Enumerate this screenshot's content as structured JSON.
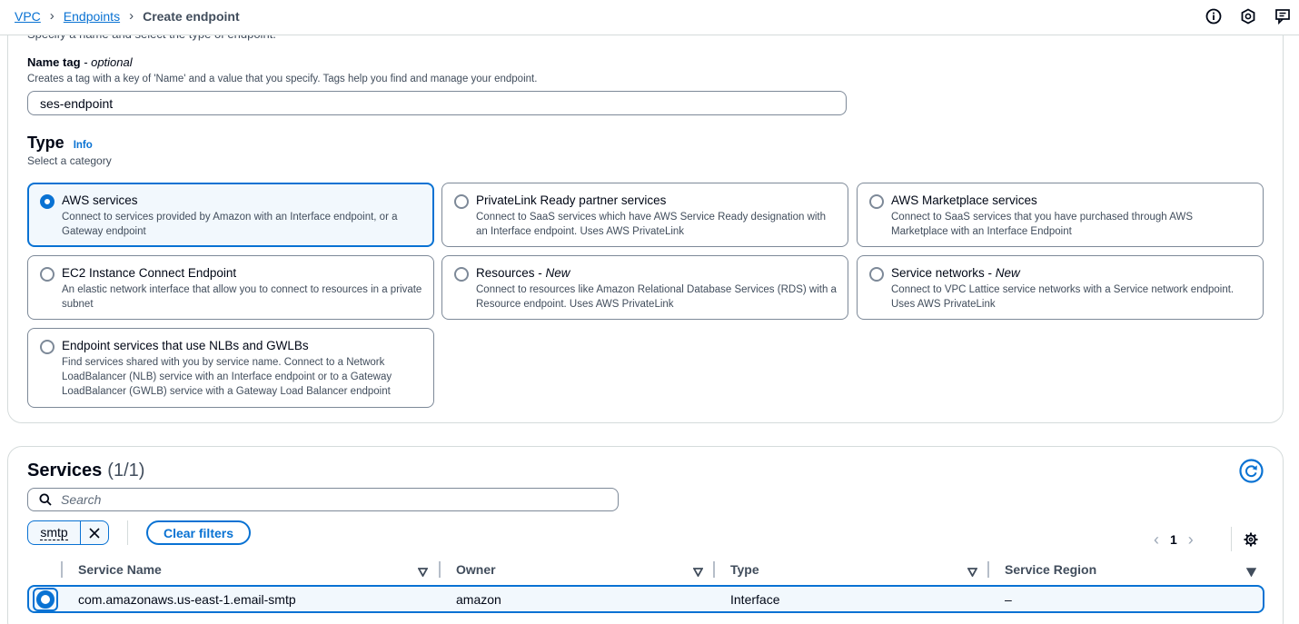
{
  "breadcrumb": {
    "items": [
      "VPC",
      "Endpoints"
    ],
    "current": "Create endpoint"
  },
  "top_icons": [
    "info-icon",
    "hexagon-icon",
    "feedback-icon"
  ],
  "endpoint_settings": {
    "clipped_description": "Specify a name and select the type of endpoint.",
    "name_tag_label": "Name tag",
    "name_tag_optional": "- optional",
    "name_tag_help": "Creates a tag with a key of 'Name' and a value that you specify. Tags help you find and manage your endpoint.",
    "name_tag_value": "ses-endpoint"
  },
  "type_section": {
    "title": "Type",
    "info": "Info",
    "subtitle": "Select a category",
    "options": [
      {
        "title": "AWS services",
        "suffix": "",
        "description": "Connect to services provided by Amazon with an Interface endpoint, or a Gateway endpoint",
        "selected": true
      },
      {
        "title": "PrivateLink Ready partner services",
        "suffix": "",
        "description": "Connect to SaaS services which have AWS Service Ready designation with an Interface endpoint. Uses AWS PrivateLink",
        "selected": false
      },
      {
        "title": "AWS Marketplace services",
        "suffix": "",
        "description": "Connect to SaaS services that you have purchased through AWS Marketplace with an Interface Endpoint",
        "selected": false
      },
      {
        "title": "EC2 Instance Connect Endpoint",
        "suffix": "",
        "description": "An elastic network interface that allow you to connect to resources in a private subnet",
        "selected": false
      },
      {
        "title": "Resources",
        "suffix": "New",
        "description": "Connect to resources like Amazon Relational Database Services (RDS) with a Resource endpoint. Uses AWS PrivateLink",
        "selected": false
      },
      {
        "title": "Service networks",
        "suffix": "New",
        "description": "Connect to VPC Lattice service networks with a Service network endpoint. Uses AWS PrivateLink",
        "selected": false
      },
      {
        "title": "Endpoint services that use NLBs and GWLBs",
        "suffix": "",
        "description": "Find services shared with you by service name. Connect to a Network LoadBalancer (NLB) service with an Interface endpoint or to a Gateway LoadBalancer (GWLB) service with a Gateway Load Balancer endpoint",
        "selected": false
      }
    ]
  },
  "services": {
    "title": "Services",
    "count": "(1/1)",
    "search_placeholder": "Search",
    "filter_token": "smtp",
    "clear_filters": "Clear filters",
    "page": "1",
    "columns": [
      "Service Name",
      "Owner",
      "Type",
      "Service Region"
    ],
    "rows": [
      {
        "service_name": "com.amazonaws.us-east-1.email-smtp",
        "owner": "amazon",
        "type": "Interface",
        "region": "–",
        "selected": true
      }
    ]
  },
  "colors": {
    "accent": "#0972d3",
    "selected_bg": "#f2f8fd",
    "border": "#7d8998",
    "text": "#000716",
    "secondary_text": "#414d5c"
  }
}
